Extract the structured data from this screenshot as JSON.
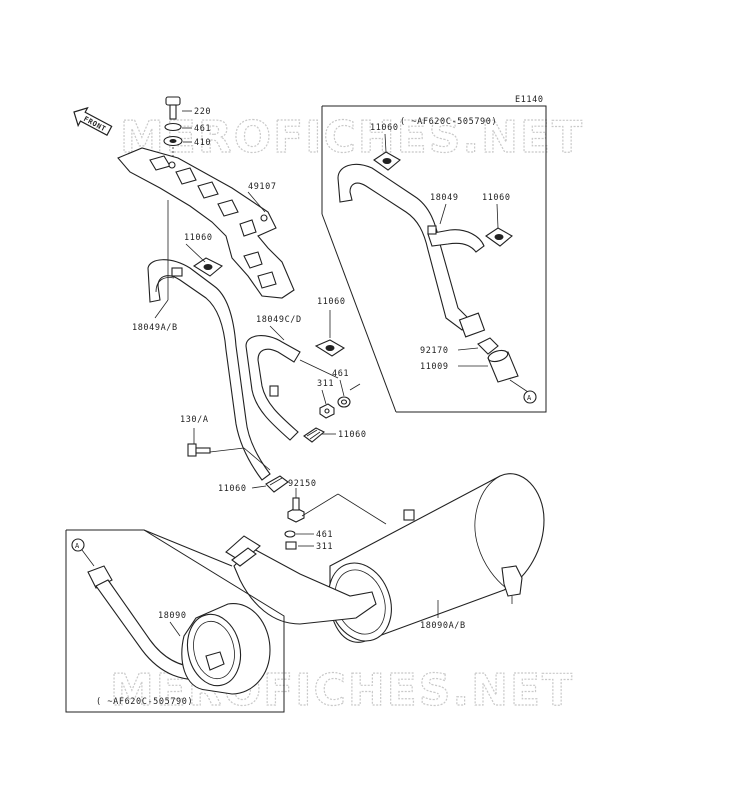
{
  "diagram_code": "E1140",
  "front_arrow": "FRONT",
  "watermark": "MEROFICHES.NET",
  "serial_note": "(    ~AF620C-505790)",
  "circle_ref": "A",
  "labels": {
    "p220": "220",
    "p461a": "461",
    "p410": "410",
    "p49107": "49107",
    "p11060a": "11060",
    "p18049ab": "18049A/B",
    "p11060b": "11060",
    "p18049cd": "18049C/D",
    "p461b": "461",
    "p311a": "311",
    "p130a": "130/A",
    "p11060c": "11060",
    "p11060d": "11060",
    "p92150": "92150",
    "p461c": "461",
    "p311b": "311",
    "p18090ab": "18090A/B",
    "p18090": "18090",
    "inset1_11060a": "11060",
    "inset1_18049": "18049",
    "inset1_11060b": "11060",
    "inset1_92170": "92170",
    "inset1_11009": "11009"
  }
}
